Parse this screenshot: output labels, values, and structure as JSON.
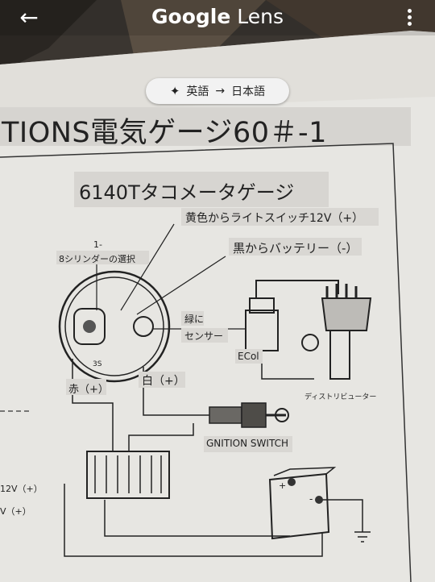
{
  "app": {
    "title_google": "Google",
    "title_lens": "Lens"
  },
  "translate_pill": {
    "source": "英語",
    "arrow": "→",
    "target": "日本語",
    "icon": "sparkle-icon"
  },
  "document": {
    "heading": "TIONS電気ゲージ60＃-1",
    "subheading": "6140Tタコメータゲージ",
    "yellow_label": "黄色からライトスイッチ12V（+）",
    "black_label": "黒からバッテリー（-）",
    "cyl_num": "1-",
    "cyl_select": "8シリンダーの選択",
    "green_a": "緑に",
    "green_b": "センサー",
    "ecoil": "ECol",
    "distributor": "ディストリビューター",
    "red": "赤（+）",
    "white": "白（+）",
    "ignition": "GNITION SWITCH",
    "left_a": "12V（+）",
    "left_b": "V（+）",
    "mark_3s": "3S",
    "bat_plus": "+",
    "bat_minus": "-"
  }
}
